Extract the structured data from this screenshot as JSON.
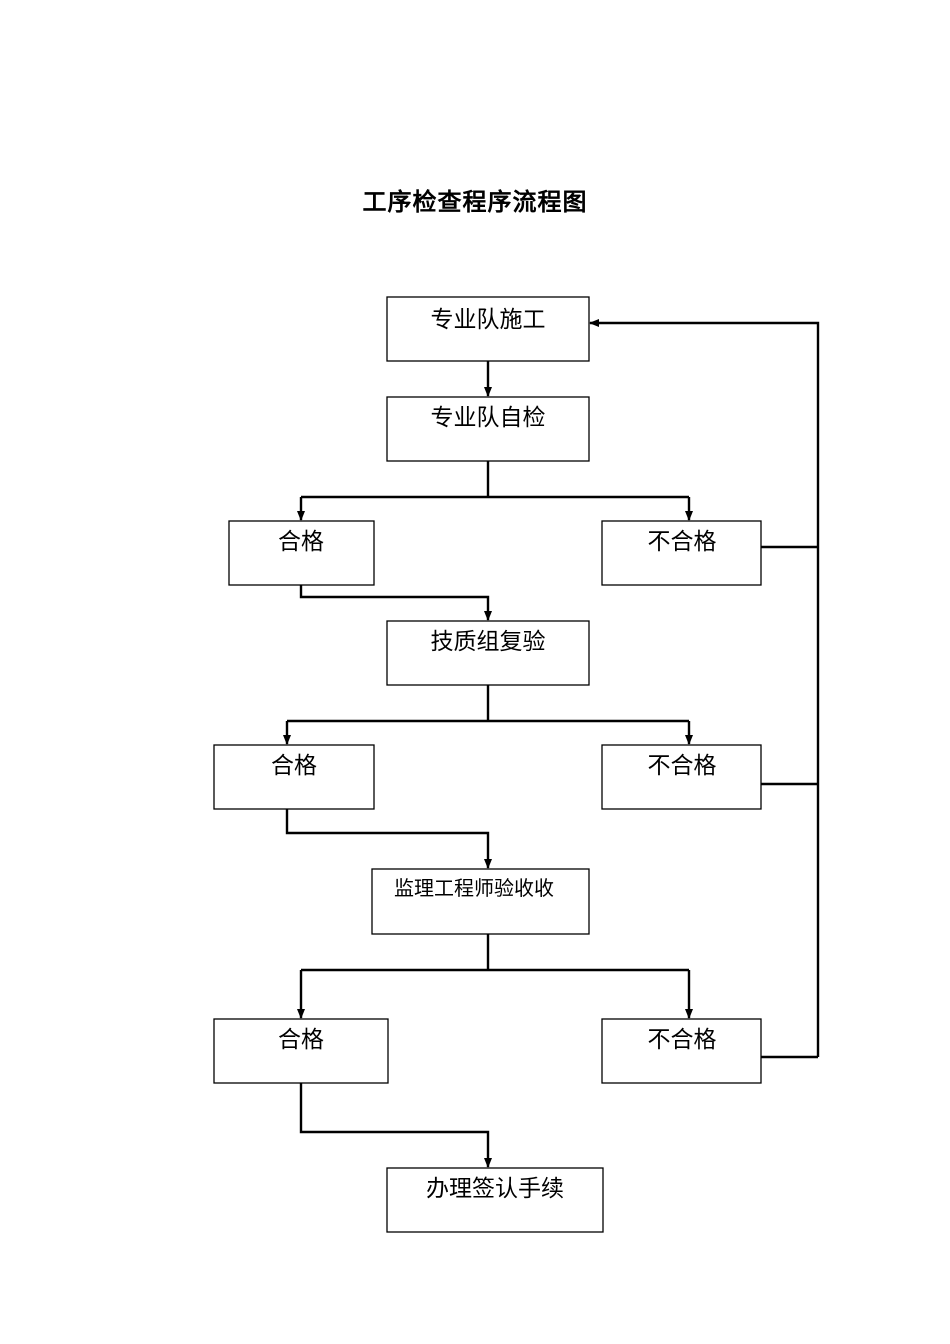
{
  "title": "工序检查程序流程图",
  "nodes": {
    "construct": "专业队施工",
    "self_check": "专业队自检",
    "pass_1": "合格",
    "fail_1": "不合格",
    "tech_recheck": "技质组复验",
    "pass_2": "合格",
    "fail_2": "不合格",
    "supervisor_accept": "监理工程师验收收",
    "pass_3": "合格",
    "fail_3": "不合格",
    "signoff": "办理签认手续"
  }
}
